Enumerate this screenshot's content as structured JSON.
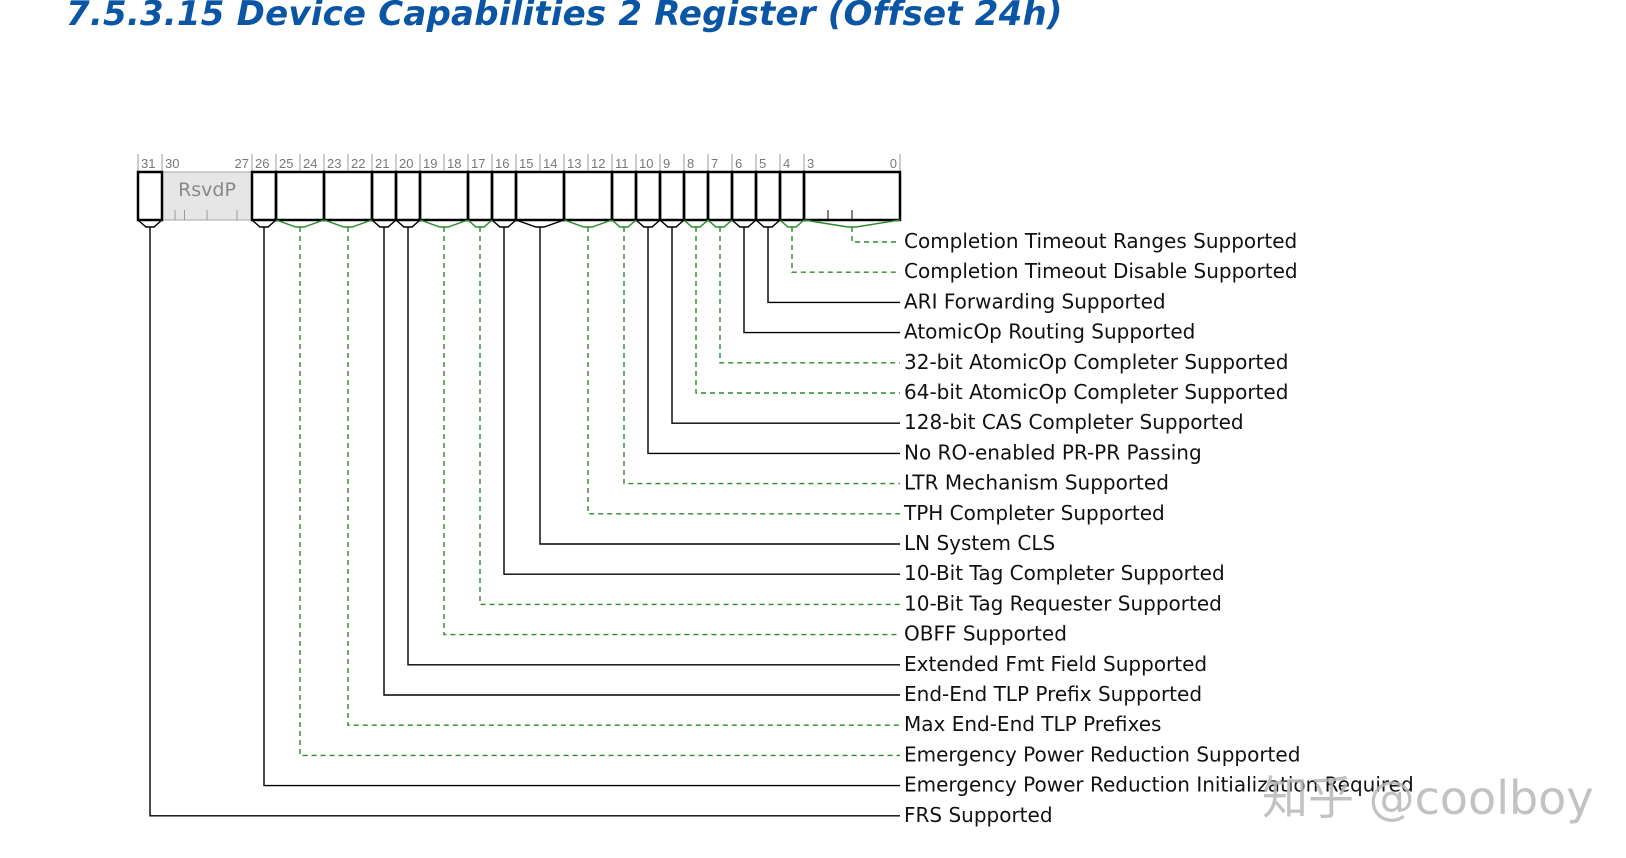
{
  "title": "7.5.3.15 Device Capabilities 2 Register (Offset 24h)",
  "rsvd_label": "RsvdP",
  "colors": {
    "title": "#0b56a4",
    "rwinit": "#000000",
    "ro": "#2a8a2a",
    "reserved_fill": "#e6e6e6",
    "bit_number": "#777777",
    "watermark": "#b8b8b8"
  },
  "bit_labels": [
    "31",
    "30",
    "27",
    "26",
    "25",
    "24",
    "23",
    "22",
    "21",
    "20",
    "19",
    "18",
    "17",
    "16",
    "15",
    "14",
    "13",
    "12",
    "11",
    "10",
    "9",
    "8",
    "7",
    "6",
    "5",
    "4",
    "3",
    "0"
  ],
  "fields": [
    {
      "name": "Completion Timeout Ranges Supported",
      "bits": [
        0,
        3
      ],
      "style": "dashed"
    },
    {
      "name": "Completion Timeout Disable Supported",
      "bits": [
        4,
        4
      ],
      "style": "dashed"
    },
    {
      "name": "ARI Forwarding Supported",
      "bits": [
        5,
        5
      ],
      "style": "solid"
    },
    {
      "name": "AtomicOp Routing Supported",
      "bits": [
        6,
        6
      ],
      "style": "solid"
    },
    {
      "name": "32-bit AtomicOp Completer Supported",
      "bits": [
        7,
        7
      ],
      "style": "dashed"
    },
    {
      "name": "64-bit AtomicOp Completer Supported",
      "bits": [
        8,
        8
      ],
      "style": "dashed"
    },
    {
      "name": "128-bit CAS Completer Supported",
      "bits": [
        9,
        9
      ],
      "style": "solid"
    },
    {
      "name": "No RO-enabled PR-PR Passing",
      "bits": [
        10,
        10
      ],
      "style": "solid"
    },
    {
      "name": "LTR Mechanism Supported",
      "bits": [
        11,
        11
      ],
      "style": "dashed"
    },
    {
      "name": "TPH Completer Supported",
      "bits": [
        12,
        13
      ],
      "style": "dashed"
    },
    {
      "name": "LN System CLS",
      "bits": [
        14,
        15
      ],
      "style": "solid"
    },
    {
      "name": "10-Bit Tag Completer Supported",
      "bits": [
        16,
        16
      ],
      "style": "solid"
    },
    {
      "name": "10-Bit Tag Requester Supported",
      "bits": [
        17,
        17
      ],
      "style": "dashed"
    },
    {
      "name": "OBFF Supported",
      "bits": [
        18,
        19
      ],
      "style": "dashed"
    },
    {
      "name": "Extended Fmt Field Supported",
      "bits": [
        20,
        20
      ],
      "style": "solid"
    },
    {
      "name": "End-End TLP Prefix Supported",
      "bits": [
        21,
        21
      ],
      "style": "solid"
    },
    {
      "name": "Max End-End TLP Prefixes",
      "bits": [
        22,
        23
      ],
      "style": "dashed"
    },
    {
      "name": "Emergency Power Reduction Supported",
      "bits": [
        24,
        25
      ],
      "style": "dashed"
    },
    {
      "name": "Emergency Power Reduction Initialization Required",
      "bits": [
        26,
        26
      ],
      "style": "solid"
    },
    {
      "name": "FRS Supported",
      "bits": [
        31,
        31
      ],
      "style": "solid"
    }
  ],
  "watermark": "知乎 @coolboy"
}
